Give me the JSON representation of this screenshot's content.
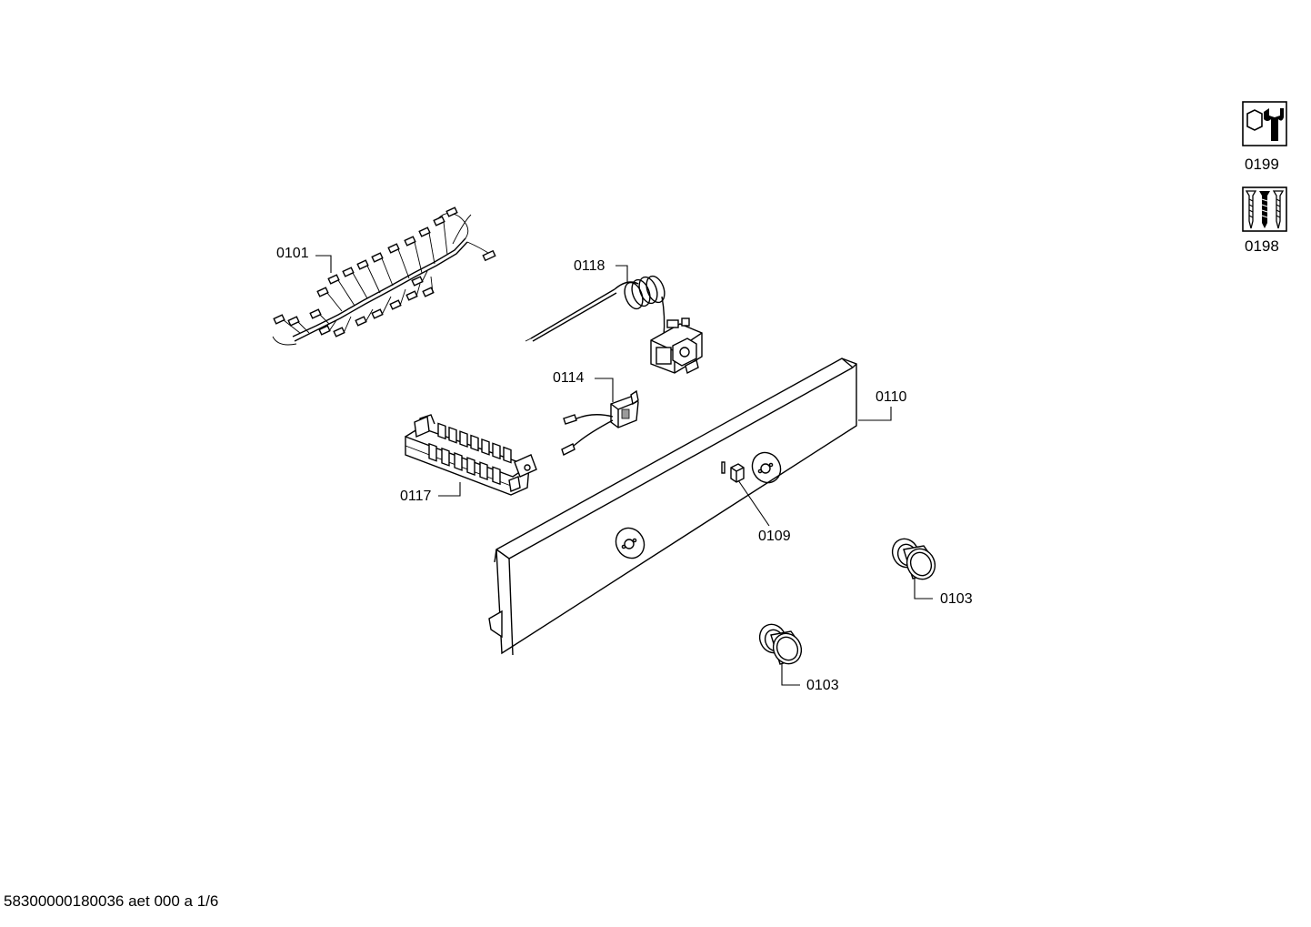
{
  "parts": {
    "p0101": "0101",
    "p0118": "0118",
    "p0114": "0114",
    "p0110": "0110",
    "p0117": "0117",
    "p0109": "0109",
    "p0103a": "0103",
    "p0103b": "0103"
  },
  "sidebar": {
    "service_tool": {
      "icon": "wrench-nut-icon",
      "label": "0199"
    },
    "screws": {
      "icon": "screws-icon",
      "label": "0198"
    }
  },
  "footer": {
    "code": "58300000180036 aet 000 a 1/6"
  }
}
